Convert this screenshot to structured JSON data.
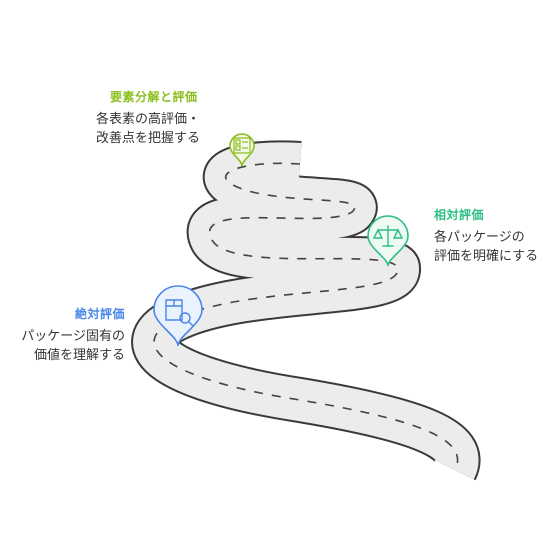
{
  "colors": {
    "road_fill": "#ececec",
    "road_edge": "#3a3a3a",
    "road_dash": "#444444",
    "accent_green_yellow": "#8bbf1f",
    "accent_teal": "#2fbf84",
    "accent_blue": "#4a86e8"
  },
  "steps": [
    {
      "title": "要素分解と評価",
      "desc_lines": [
        "各表素の高評価・",
        "改善点を把握する"
      ],
      "color": "#8bbf1f",
      "icon": "checklist-icon"
    },
    {
      "title": "相対評価",
      "desc_lines": [
        "各パッケージの",
        "評価を明確にする"
      ],
      "color": "#2fbf84",
      "icon": "balance-scale-icon"
    },
    {
      "title": "絶対評価",
      "desc_lines": [
        "パッケージ固有の",
        "価値を理解する"
      ],
      "color": "#4a86e8",
      "icon": "package-search-icon"
    }
  ]
}
